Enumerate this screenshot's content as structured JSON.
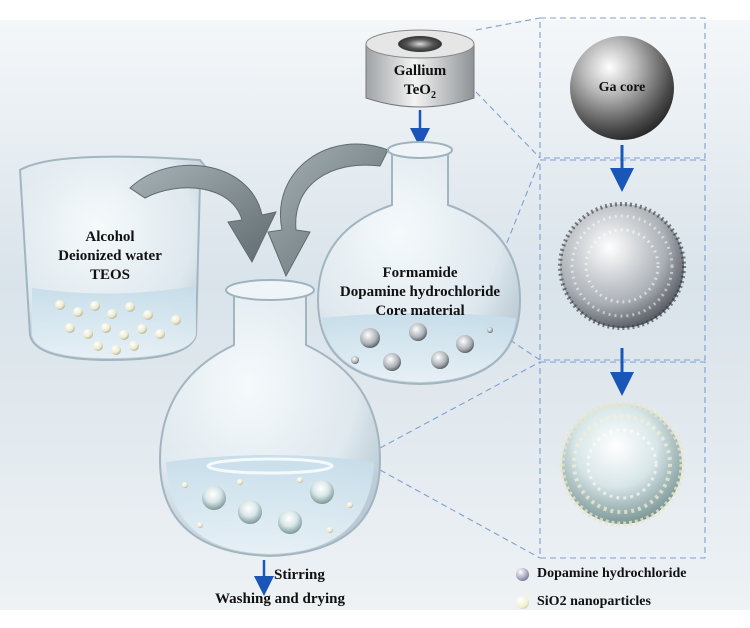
{
  "crucible": {
    "line1": "Gallium",
    "line2_base": "TeO",
    "line2_sub": "2"
  },
  "beaker": {
    "line1": "Alcohol",
    "line2": "Deionized water",
    "line3": "TEOS"
  },
  "small_flask": {
    "line1": "Formamide",
    "line2": "Dopamine hydrochloride",
    "line3": "Core material"
  },
  "big_flask": {
    "step1": "Stirring",
    "step2": "Washing and drying"
  },
  "particle": {
    "core_label": "Ga core"
  },
  "legend": {
    "item1": {
      "label": "Dopamine hydrochloride",
      "color": "#9a9cb8"
    },
    "item2": {
      "label": "SiO2 nanoparticles",
      "color": "#f0f0d0"
    }
  },
  "colors": {
    "arrow_blue": "#1a56b8",
    "dash_blue": "#7f9fd4",
    "grey_arrow": "#7d8a90"
  }
}
